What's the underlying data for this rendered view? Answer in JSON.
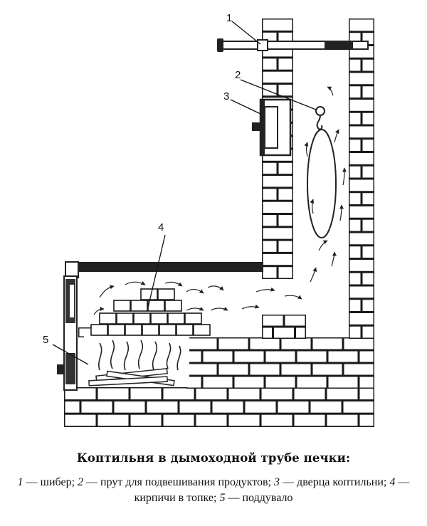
{
  "figure": {
    "callouts": [
      {
        "id": "1",
        "label": "1"
      },
      {
        "id": "2",
        "label": "2"
      },
      {
        "id": "3",
        "label": "3"
      },
      {
        "id": "4",
        "label": "4"
      },
      {
        "id": "5",
        "label": "5"
      }
    ],
    "colors": {
      "ink": "#1a1a1a",
      "mortar": "#ffffff"
    }
  },
  "caption": {
    "title": "Коптильня в дымоходной трубе печки:",
    "legend": [
      {
        "num": "1",
        "text": " — шибер; "
      },
      {
        "num": "2",
        "text": " — прут для подвешивания продуктов; "
      },
      {
        "num": "3",
        "text": " — дверца коптильни; "
      },
      {
        "num": "4",
        "text": " — кирпичи в топке; "
      },
      {
        "num": "5",
        "text": " — поддувало"
      }
    ]
  }
}
